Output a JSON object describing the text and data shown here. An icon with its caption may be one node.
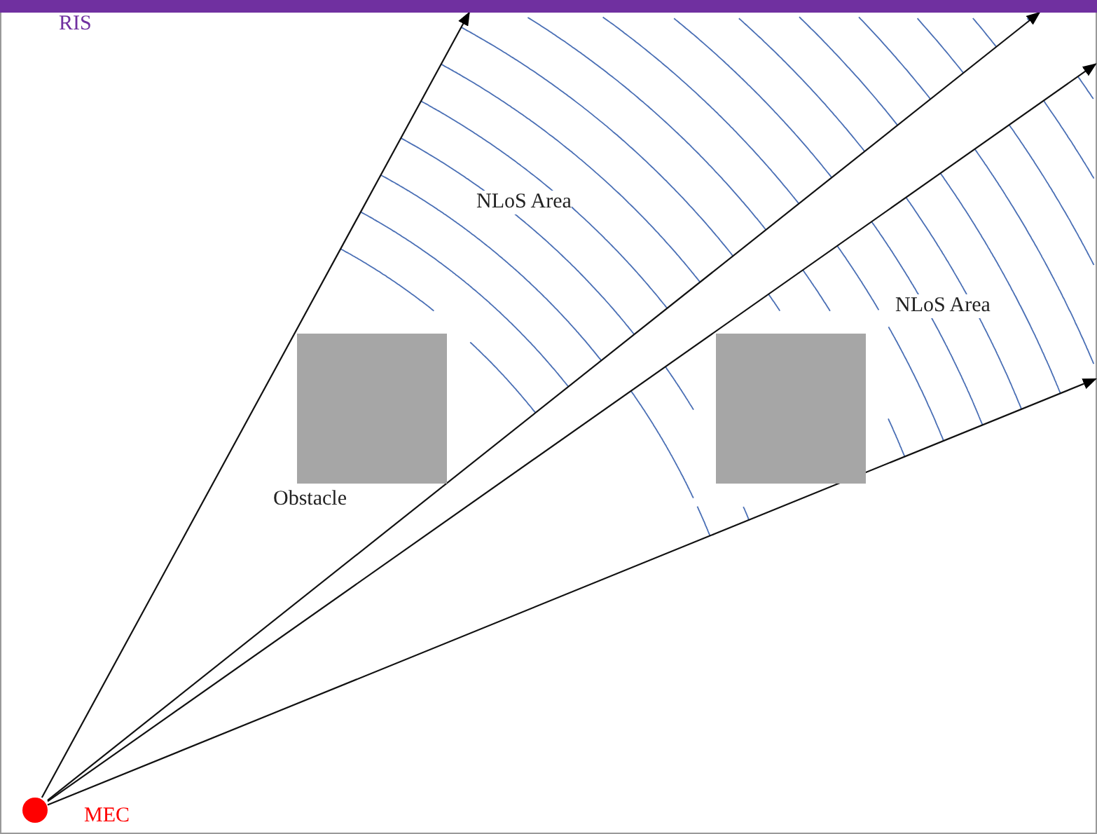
{
  "diagram": {
    "nodes": [
      {
        "text": [
          "RIS"
        ]
      },
      {
        "text": [
          "NLoS Area"
        ]
      },
      {
        "text": [
          "NLoS Area"
        ]
      },
      {
        "text": [
          "Obstacle"
        ]
      },
      {
        "text": [],
        "shape": "box"
      },
      {
        "text": [
          "MEC"
        ]
      }
    ],
    "edges": [
      {
        "from": 5,
        "to": 0,
        "arrow": "to"
      },
      {
        "from": 5,
        "to": 0,
        "arrow": "to"
      },
      {
        "from": 5,
        "to": null,
        "arrow": "to"
      },
      {
        "from": 5,
        "to": null,
        "arrow": "to"
      }
    ]
  }
}
